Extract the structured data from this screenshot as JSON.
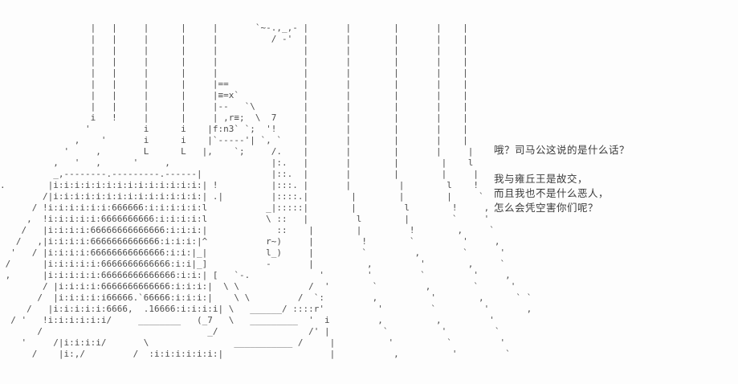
{
  "scene": {
    "background_color": "#fdfdfd",
    "ink_color": "#4d4d4d",
    "text_color": "#3a3a3a"
  },
  "dialogue": {
    "lines": [
      "哦？司马公这说的是什么话？",
      "",
      "我与雍丘王是故交，",
      "而且我也不是什么恶人，",
      "怎么会凭空害你们呢？"
    ],
    "text": "哦？司马公这说的是什么话？\n\n我与雍丘王是故交，\n而且我也不是什么恶人，\n怎么会凭空害你们呢？"
  },
  "ascii_art": {
    "total_rows": 33,
    "rows": [
      {
        "r": 2,
        "s": [
          [
            17,
            "|"
          ],
          [
            21,
            "|"
          ],
          [
            27,
            "|"
          ],
          [
            34,
            "|"
          ],
          [
            40,
            "|"
          ],
          [
            48,
            "`~-.,_,-"
          ],
          [
            57,
            "|"
          ],
          [
            65,
            "|"
          ],
          [
            74,
            "|"
          ],
          [
            82,
            "|"
          ],
          [
            87,
            "|"
          ]
        ]
      },
      {
        "r": 3,
        "s": [
          [
            17,
            "|"
          ],
          [
            21,
            "|"
          ],
          [
            27,
            "|"
          ],
          [
            34,
            "|"
          ],
          [
            40,
            "|"
          ],
          [
            51,
            "/"
          ],
          [
            53,
            "-'"
          ],
          [
            57,
            "|"
          ],
          [
            65,
            "|"
          ],
          [
            74,
            "|"
          ],
          [
            82,
            "|"
          ],
          [
            87,
            "|"
          ]
        ]
      },
      {
        "r": 4,
        "s": [
          [
            17,
            "|"
          ],
          [
            21,
            "|"
          ],
          [
            27,
            "|"
          ],
          [
            34,
            "|"
          ],
          [
            40,
            "|"
          ],
          [
            57,
            "|"
          ],
          [
            65,
            "|"
          ],
          [
            74,
            "|"
          ],
          [
            82,
            "|"
          ],
          [
            87,
            "|"
          ]
        ]
      },
      {
        "r": 5,
        "s": [
          [
            17,
            "|"
          ],
          [
            21,
            "|"
          ],
          [
            27,
            "|"
          ],
          [
            34,
            "|"
          ],
          [
            40,
            "|"
          ],
          [
            57,
            "|"
          ],
          [
            65,
            "|"
          ],
          [
            74,
            "|"
          ],
          [
            82,
            "|"
          ],
          [
            87,
            "|"
          ]
        ]
      },
      {
        "r": 6,
        "s": [
          [
            17,
            "|"
          ],
          [
            21,
            "|"
          ],
          [
            27,
            "|"
          ],
          [
            34,
            "|"
          ],
          [
            40,
            "|"
          ],
          [
            57,
            "|"
          ],
          [
            65,
            "|"
          ],
          [
            74,
            "|"
          ],
          [
            82,
            "|"
          ],
          [
            87,
            "|"
          ]
        ]
      },
      {
        "r": 7,
        "s": [
          [
            17,
            "|"
          ],
          [
            21,
            "|"
          ],
          [
            27,
            "|"
          ],
          [
            34,
            "|"
          ],
          [
            40,
            "|=="
          ],
          [
            57,
            "|"
          ],
          [
            65,
            "|"
          ],
          [
            74,
            "|"
          ],
          [
            82,
            "|"
          ],
          [
            87,
            "|"
          ]
        ]
      },
      {
        "r": 8,
        "s": [
          [
            17,
            "|"
          ],
          [
            21,
            "|"
          ],
          [
            27,
            "|"
          ],
          [
            34,
            "|"
          ],
          [
            40,
            "|≡=x`"
          ],
          [
            57,
            "|"
          ],
          [
            65,
            "|"
          ],
          [
            74,
            "|"
          ],
          [
            82,
            "|"
          ],
          [
            87,
            "|"
          ]
        ]
      },
      {
        "r": 9,
        "s": [
          [
            17,
            "|"
          ],
          [
            21,
            "|"
          ],
          [
            27,
            "|"
          ],
          [
            34,
            "|"
          ],
          [
            40,
            "|--"
          ],
          [
            46,
            "`\\"
          ],
          [
            57,
            "|"
          ],
          [
            65,
            "|"
          ],
          [
            74,
            "|"
          ],
          [
            82,
            "|"
          ],
          [
            87,
            "|"
          ]
        ]
      },
      {
        "r": 10,
        "s": [
          [
            17,
            "i"
          ],
          [
            21,
            "!"
          ],
          [
            27,
            "|"
          ],
          [
            34,
            "|"
          ],
          [
            40,
            "| ,r≡;"
          ],
          [
            48,
            "\\"
          ],
          [
            51,
            "7"
          ],
          [
            57,
            "|"
          ],
          [
            65,
            "|"
          ],
          [
            74,
            "|"
          ],
          [
            82,
            "|"
          ],
          [
            87,
            "|"
          ]
        ]
      },
      {
        "r": 11,
        "s": [
          [
            16,
            "'"
          ],
          [
            27,
            "i"
          ],
          [
            34,
            "i"
          ],
          [
            39,
            "|f:n3`"
          ],
          [
            46,
            "`;"
          ],
          [
            50,
            "'!"
          ],
          [
            57,
            "|"
          ],
          [
            65,
            "|"
          ],
          [
            74,
            "|"
          ],
          [
            82,
            "|"
          ],
          [
            87,
            "|"
          ]
        ]
      },
      {
        "r": 12,
        "s": [
          [
            14,
            ","
          ],
          [
            19,
            "'"
          ],
          [
            27,
            "i"
          ],
          [
            34,
            "i"
          ],
          [
            39,
            "|`-----'|"
          ],
          [
            49,
            "`,"
          ],
          [
            52,
            "`"
          ],
          [
            57,
            "|"
          ],
          [
            65,
            "|"
          ],
          [
            74,
            "|"
          ],
          [
            82,
            "|"
          ],
          [
            87,
            "|"
          ]
        ]
      },
      {
        "r": 13,
        "s": [
          [
            12,
            "'"
          ],
          [
            18,
            ","
          ],
          [
            27,
            "L"
          ],
          [
            34,
            "L"
          ],
          [
            38,
            "|,"
          ],
          [
            44,
            "`;"
          ],
          [
            51,
            "/."
          ],
          [
            57,
            "|"
          ],
          [
            65,
            "|"
          ],
          [
            74,
            "|"
          ],
          [
            82,
            "|"
          ],
          [
            88,
            "|"
          ]
        ]
      },
      {
        "r": 14,
        "s": [
          [
            10,
            ","
          ],
          [
            14,
            "'"
          ],
          [
            18,
            ","
          ],
          [
            25,
            "'"
          ],
          [
            31,
            ","
          ],
          [
            51,
            "|:."
          ],
          [
            57,
            "|"
          ],
          [
            65,
            "|"
          ],
          [
            74,
            "|"
          ],
          [
            83,
            "|"
          ],
          [
            88,
            "l"
          ]
        ]
      },
      {
        "r": 15,
        "s": [
          [
            10,
            "_,--------.---------.------|"
          ],
          [
            51,
            "|::."
          ],
          [
            57,
            "|"
          ],
          [
            65,
            "|"
          ],
          [
            74,
            "|"
          ],
          [
            83,
            "|"
          ],
          [
            89,
            "|"
          ]
        ]
      },
      {
        "r": 16,
        "s": [
          [
            0,
            "."
          ],
          [
            9,
            "|i:i:i:i:i:i:i:i:i:i:i:i:i:i:|"
          ],
          [
            40,
            "!"
          ],
          [
            51,
            "|:::."
          ],
          [
            57,
            "|"
          ],
          [
            65,
            "|"
          ],
          [
            75,
            "|"
          ],
          [
            84,
            "l"
          ],
          [
            89,
            "!"
          ]
        ]
      },
      {
        "r": 17,
        "s": [
          [
            8,
            "/|i:i:i:i:i:i:i:i:i:i:i:i:i:i:|"
          ],
          [
            40,
            ".|"
          ],
          [
            51,
            "|::::."
          ],
          [
            57,
            "|"
          ],
          [
            66,
            "|"
          ],
          [
            75,
            "|"
          ],
          [
            84,
            "|"
          ],
          [
            90,
            "`"
          ]
        ]
      },
      {
        "r": 18,
        "s": [
          [
            6,
            "/"
          ],
          [
            8,
            "!i:i:i:i:i:i:666666:i:i:i:i:i:l"
          ],
          [
            50,
            "_|:::::"
          ],
          [
            57,
            "|"
          ],
          [
            66,
            "|"
          ],
          [
            76,
            "l"
          ],
          [
            85,
            "!"
          ],
          [
            91,
            ","
          ]
        ]
      },
      {
        "r": 19,
        "s": [
          [
            5,
            ","
          ],
          [
            8,
            "!i:i:i:i:i:6666666666:i:i:i:i:l"
          ],
          [
            50,
            "\\"
          ],
          [
            52,
            "::"
          ],
          [
            57,
            "|"
          ],
          [
            67,
            "l"
          ],
          [
            76,
            "|"
          ],
          [
            85,
            "`"
          ],
          [
            91,
            "'"
          ]
        ]
      },
      {
        "r": 20,
        "s": [
          [
            4,
            "/"
          ],
          [
            8,
            "|i:i:i:i:66666666666666:i:i:i:|"
          ],
          [
            52,
            "::"
          ],
          [
            58,
            "|"
          ],
          [
            67,
            "|"
          ],
          [
            77,
            "!"
          ],
          [
            86,
            ","
          ],
          [
            92,
            "`"
          ]
        ]
      },
      {
        "r": 21,
        "s": [
          [
            3,
            "/"
          ],
          [
            7,
            ",|i:i:i:i:6666666666666:i:i:i:|^"
          ],
          [
            50,
            "r~)"
          ],
          [
            58,
            "|"
          ],
          [
            68,
            "!"
          ],
          [
            77,
            "`"
          ],
          [
            87,
            "'"
          ],
          [
            93,
            ","
          ]
        ]
      },
      {
        "r": 22,
        "s": [
          [
            2,
            "'"
          ],
          [
            6,
            "/"
          ],
          [
            8,
            "|i:i:i:i:66666666666666:i:i:|_|"
          ],
          [
            50,
            "l_)"
          ],
          [
            58,
            "|"
          ],
          [
            68,
            "`"
          ],
          [
            78,
            ","
          ],
          [
            87,
            "`"
          ],
          [
            94,
            "'"
          ]
        ]
      },
      {
        "r": 23,
        "s": [
          [
            1,
            "/"
          ],
          [
            8,
            "|i:i:i:i:i:6666666666666:i:i|_]"
          ],
          [
            50,
            "-"
          ],
          [
            58,
            "|"
          ],
          [
            69,
            ","
          ],
          [
            79,
            "'"
          ],
          [
            88,
            ","
          ],
          [
            94,
            "`"
          ]
        ]
      },
      {
        "r": 24,
        "s": [
          [
            1,
            ","
          ],
          [
            8,
            "|i:i:i:i:i:66666666666666:i:i:| ["
          ],
          [
            44,
            "`-."
          ],
          [
            60,
            "'"
          ],
          [
            69,
            "'"
          ],
          [
            79,
            "`"
          ],
          [
            89,
            "'"
          ],
          [
            95,
            ","
          ]
        ]
      },
      {
        "r": 25,
        "s": [
          [
            8,
            "/"
          ],
          [
            10,
            "|i:i:i:i:6666666666666:i:i:i:|"
          ],
          [
            42,
            "\\"
          ],
          [
            44,
            "\\"
          ],
          [
            58,
            "/"
          ],
          [
            61,
            "'"
          ],
          [
            70,
            "`"
          ],
          [
            80,
            ","
          ],
          [
            89,
            "`"
          ],
          [
            96,
            "'"
          ]
        ]
      },
      {
        "r": 26,
        "s": [
          [
            7,
            "/"
          ],
          [
            10,
            "|i:i:i:i:i66666.`66666:i:i:i:|"
          ],
          [
            44,
            "\\"
          ],
          [
            46,
            "\\"
          ],
          [
            56,
            "/"
          ],
          [
            59,
            "`:"
          ],
          [
            70,
            ","
          ],
          [
            81,
            "'"
          ],
          [
            90,
            ","
          ],
          [
            97,
            "`"
          ],
          [
            99,
            "`"
          ]
        ]
      },
      {
        "r": 27,
        "s": [
          [
            5,
            "/"
          ],
          [
            9,
            "|i:i:i:i:i:6666,  .16666:i:i:i:i|"
          ],
          [
            43,
            "\\"
          ],
          [
            47,
            "______"
          ],
          [
            53,
            "/"
          ],
          [
            55,
            "::::"
          ],
          [
            59,
            "r'"
          ],
          [
            71,
            "'"
          ],
          [
            81,
            "`"
          ],
          [
            91,
            "'"
          ],
          [
            99,
            ","
          ]
        ]
      },
      {
        "r": 28,
        "s": [
          [
            2,
            "/"
          ],
          [
            4,
            "'"
          ],
          [
            8,
            "!i:i:i:i:i:i/"
          ],
          [
            26,
            "________"
          ],
          [
            37,
            "(_7"
          ],
          [
            43,
            "\\"
          ],
          [
            47,
            "_________"
          ],
          [
            58,
            "'"
          ],
          [
            61,
            "i"
          ],
          [
            71,
            ","
          ],
          [
            82,
            ","
          ],
          [
            92,
            "'"
          ]
        ]
      },
      {
        "r": 29,
        "s": [
          [
            7,
            "/"
          ],
          [
            39,
            "_/"
          ],
          [
            58,
            "/'"
          ],
          [
            61,
            "|"
          ],
          [
            72,
            "`"
          ],
          [
            83,
            "'"
          ],
          [
            93,
            "`"
          ]
        ]
      },
      {
        "r": 30,
        "s": [
          [
            4,
            "'"
          ],
          [
            10,
            "/|i:i:i:i/"
          ],
          [
            27,
            "\\"
          ],
          [
            44,
            "___________"
          ],
          [
            56,
            "/"
          ],
          [
            62,
            "|"
          ],
          [
            73,
            "'"
          ],
          [
            84,
            "`"
          ],
          [
            94,
            "'"
          ]
        ]
      },
      {
        "r": 31,
        "s": [
          [
            6,
            "/"
          ],
          [
            11,
            "|i:,/"
          ],
          [
            25,
            "/"
          ],
          [
            28,
            ":i:i:i:i:i:i:|"
          ],
          [
            62,
            "|"
          ],
          [
            74,
            ","
          ],
          [
            85,
            "'"
          ],
          [
            95,
            "`"
          ]
        ]
      }
    ]
  }
}
